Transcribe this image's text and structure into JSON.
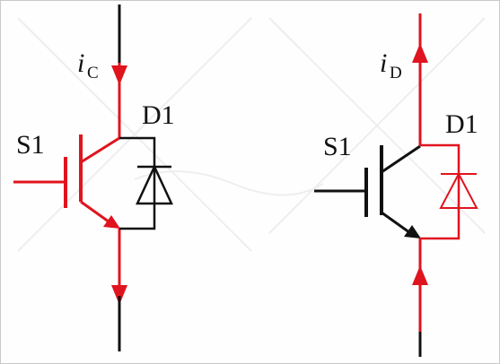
{
  "colors": {
    "active": "#e0141e",
    "inactive": "#111111",
    "border": "#c8c8c8",
    "background": "#fefefe"
  },
  "left_circuit": {
    "switch_label": "S1",
    "diode_label": "D1",
    "current_symbol": "i",
    "current_subscript": "C",
    "conducting_path": "IGBT",
    "current_direction": "down"
  },
  "right_circuit": {
    "switch_label": "S1",
    "diode_label": "D1",
    "current_symbol": "i",
    "current_subscript": "D",
    "conducting_path": "diode",
    "current_direction": "up"
  }
}
